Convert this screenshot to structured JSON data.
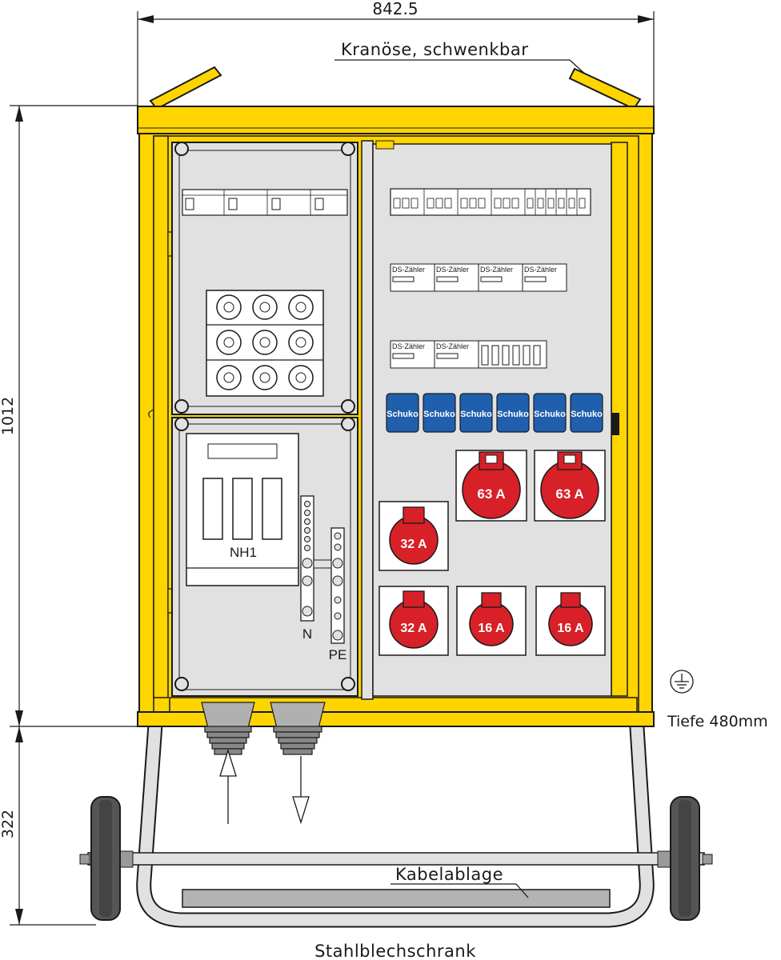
{
  "dimensions": {
    "width_label": "842.5",
    "height_label": "1012",
    "base_label": "322",
    "depth_label": "Tiefe 480mm"
  },
  "labels": {
    "crane_eye": "Kranöse, schwenkbar",
    "cable_tray": "Kabelablage",
    "cabinet_type": "Stahlblechschrank",
    "fuse_switch": "NH1",
    "neutral": "N",
    "protective_earth": "PE"
  },
  "meters": {
    "label": "DS-Zähler",
    "row1_count": 4,
    "row2_count": 2
  },
  "schuko": {
    "label": "Schuko",
    "count": 6
  },
  "cee_sockets": [
    {
      "label": "63 A"
    },
    {
      "label": "63 A"
    },
    {
      "label": "32 A"
    },
    {
      "label": "32 A"
    },
    {
      "label": "16 A"
    },
    {
      "label": "16 A"
    }
  ],
  "colors": {
    "cabinet_yellow": "#ffd500",
    "panel_grey": "#e1e1e1",
    "schuko_blue": "#1f5fad",
    "cee_red": "#d72027",
    "outline": "#1a1a1a"
  }
}
